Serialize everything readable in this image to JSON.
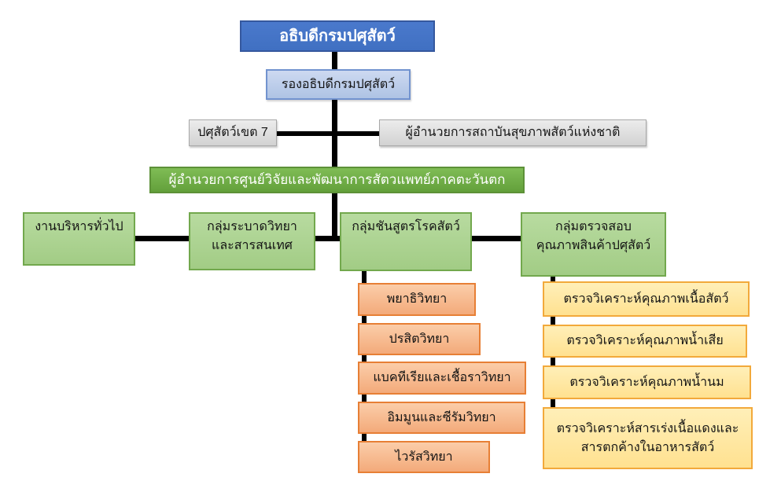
{
  "diagram": {
    "type": "org-chart",
    "nodes": {
      "director": "อธิบดีกรมปศุสัตว์",
      "deputy": "รองอธิบดีกรมปศุสัตว์",
      "region7": "ปศุสัตว์เขต 7",
      "institute": "ผู้อำนวยการสถาบันสุขภาพสัตว์แห่งชาติ",
      "center_director": "ผู้อำนวยการศูนย์วิจัยและพัฒนาการสัตวแพทย์ภาคตะวันตก"
    },
    "groups": [
      {
        "lines": [
          "งานบริหารทั่วไป"
        ]
      },
      {
        "lines": [
          "กลุ่มระบาดวิทยา",
          "และสารสนเทศ"
        ]
      },
      {
        "lines": [
          "กลุ่มชันสูตรโรคสัตว์"
        ]
      },
      {
        "lines": [
          "กลุ่มตรวจสอบ",
          "คุณภาพสินค้าปศุสัตว์"
        ]
      }
    ],
    "lab_units": [
      "พยาธิวิทยา",
      "ปรสิตวิทยา",
      "แบคทีเรียและเชื้อราวิทยา",
      "อิมมูนและซีรัมวิทยา",
      "ไวรัสวิทยา"
    ],
    "quality_units": [
      {
        "lines": [
          "ตรวจวิเคราะห์คุณภาพเนื้อสัตว์"
        ]
      },
      {
        "lines": [
          "ตรวจวิเคราะห์คุณภาพน้ำเสีย"
        ]
      },
      {
        "lines": [
          "ตรวจวิเคราะห์คุณภาพน้ำนม"
        ]
      },
      {
        "lines": [
          "ตรวจวิเคราะห์สารเร่งเนื้อแดงและ",
          "สารตกค้างในอาหารสัตว์"
        ]
      }
    ],
    "colors": {
      "director_fill": "#4472C4",
      "deputy_fill": "#B4C7E7",
      "gray_fill": "#D9D9D9",
      "center_fill": "#70AD47",
      "group_fill": "#A9D18E",
      "lab_fill": "#F4B183",
      "lab_border": "#ED7D31",
      "quality_fill": "#FFE699",
      "quality_border": "#F2A93B",
      "connector": "#000000"
    }
  }
}
